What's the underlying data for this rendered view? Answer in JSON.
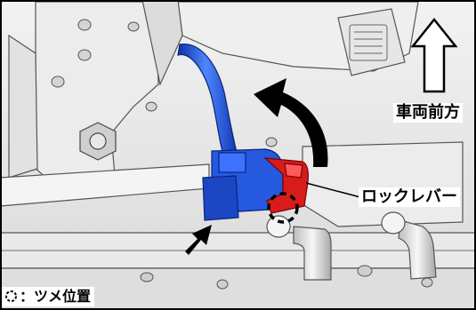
{
  "labels": {
    "vehicle_front": "車両前方",
    "lock_lever": "ロックレバー",
    "claw_position_legend": "：ツメ位置"
  },
  "legend": {
    "symbol": "dashed-circle-icon"
  },
  "colors": {
    "hose_blue": "#1f4fd6",
    "lever_red": "#d81c1c",
    "arrow_black": "#000000",
    "frame_border": "#000000"
  }
}
